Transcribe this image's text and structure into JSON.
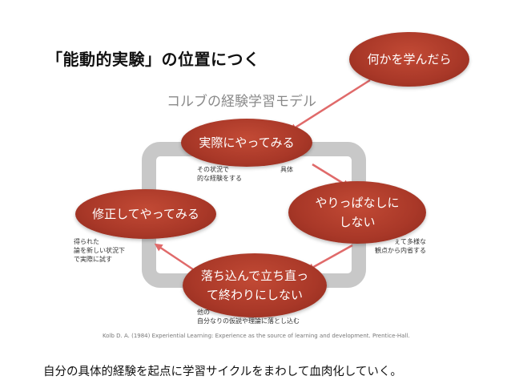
{
  "slide_title": "「能動的実験」の位置につく",
  "model_title": "コルブの経験学習モデル",
  "callout_node": {
    "label": "何かを学んだら"
  },
  "cycle_nodes": [
    {
      "label": "実際にやってみる",
      "subtext": "その状況で\n的な経験をする",
      "subtext_tail": "具体"
    },
    {
      "label": "やりっぱなしに\nしない",
      "subtext": "ぇて多様な\n観点から内省する"
    },
    {
      "label": "落ち込んで立ち直っ\nて終わりにしない",
      "subtext": "他の\n自分なりの仮説や理論に落とし込む"
    },
    {
      "label": "修正してやってみる",
      "subtext": "得られた\n論を新しい状況下\nで実際に試す"
    }
  ],
  "citation": "Kolb D. A. (1984) Experiential  Learning: Experience as the source of  learning and development. Prentice-Hall.",
  "caption": "自分の具体的経験を起点に学習サイクルをまわして血肉化していく。",
  "colors": {
    "node_fill": "#a93828",
    "arrow": "#e06a6a",
    "cycle_track": "#c8c8c8",
    "text": "#111111"
  }
}
